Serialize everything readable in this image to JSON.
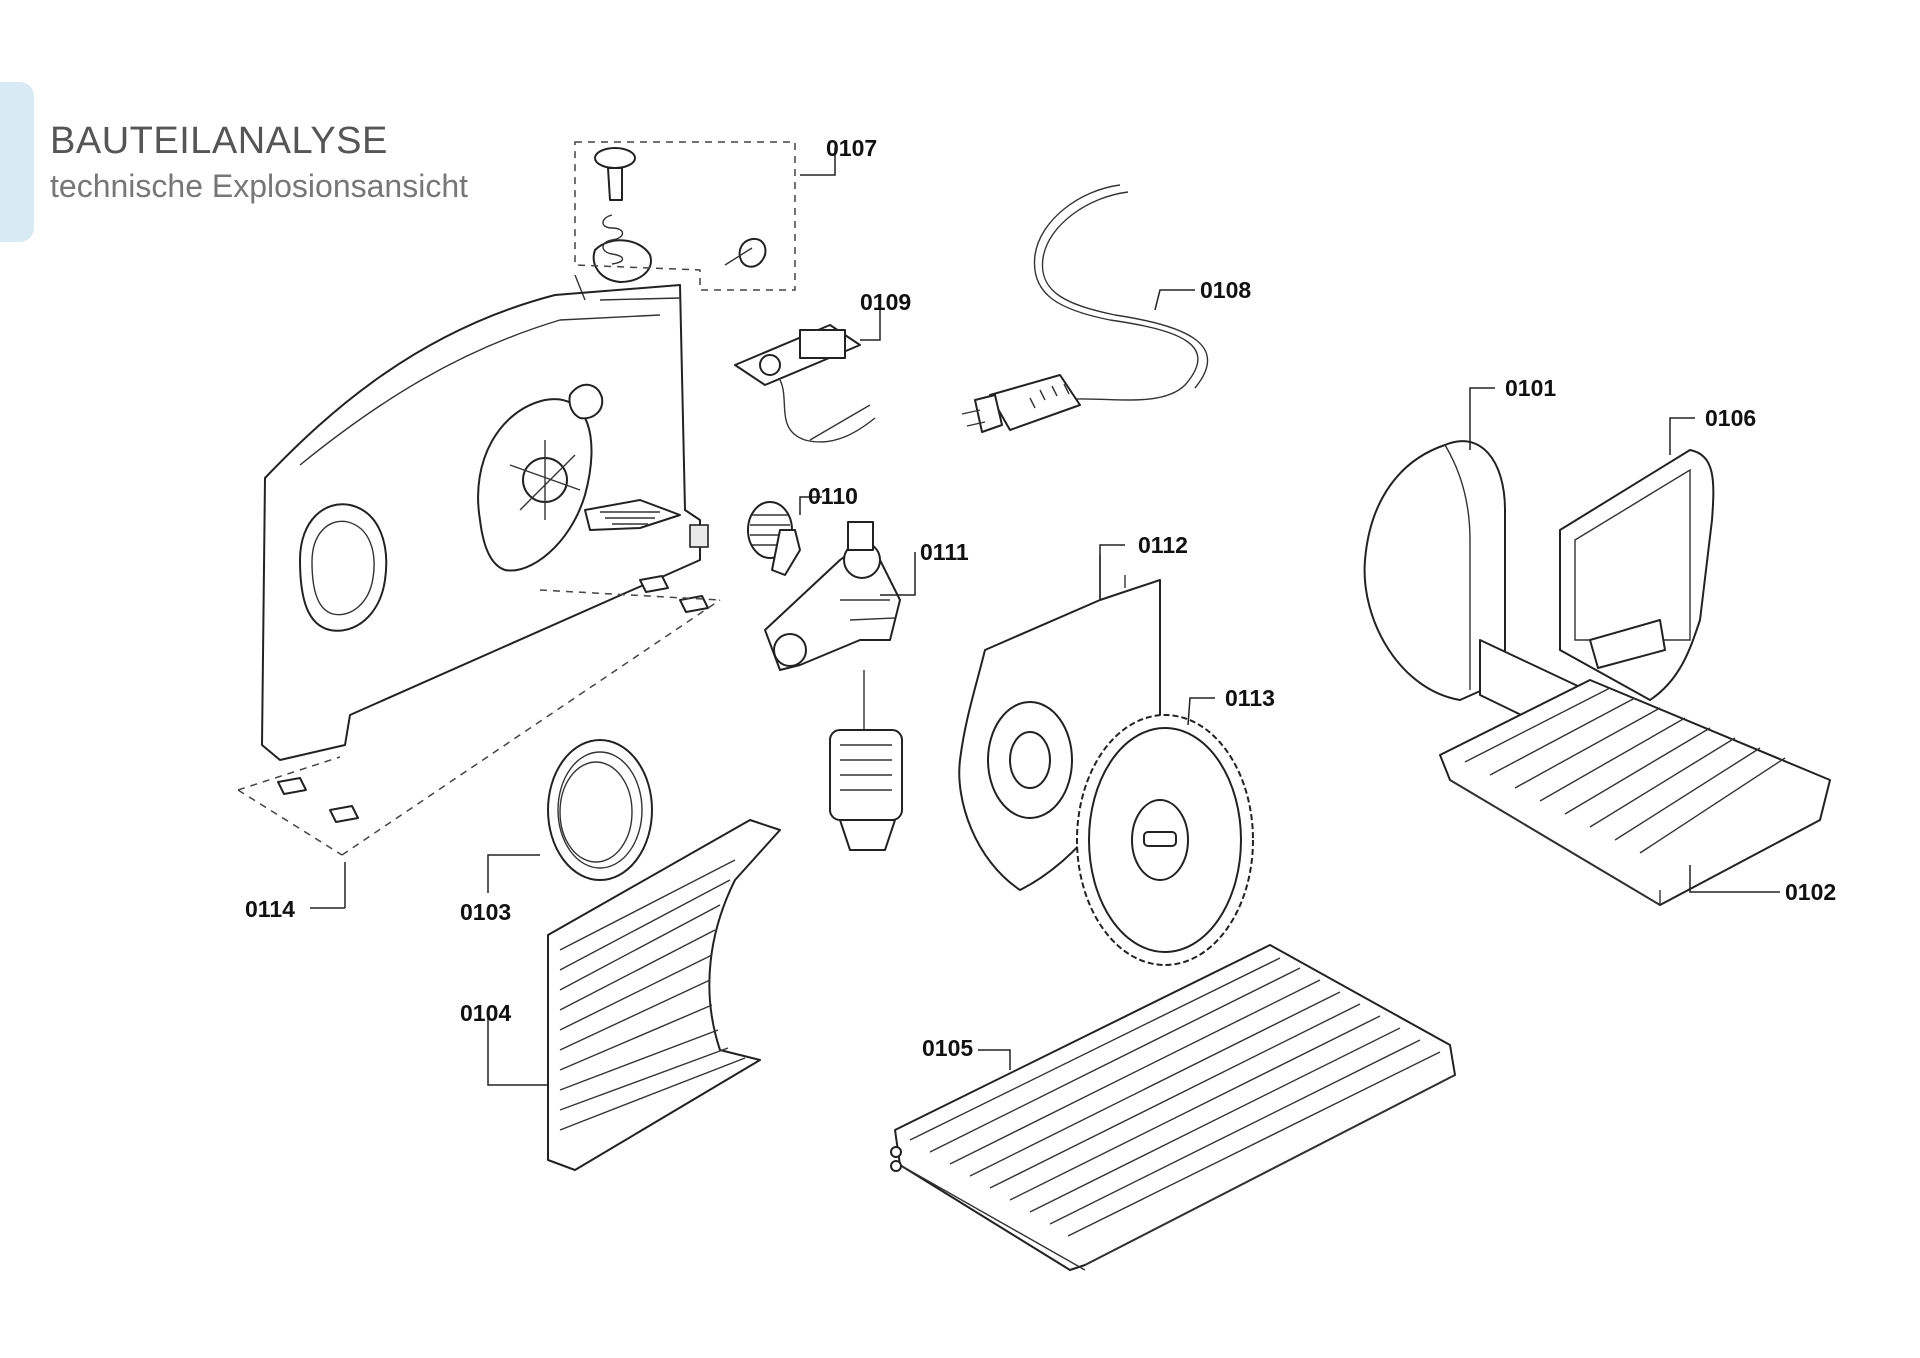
{
  "header": {
    "title": "BAUTEILANALYSE",
    "subtitle": "technische Explosionsansicht"
  },
  "parts": [
    {
      "id": "p0101",
      "label": "0101"
    },
    {
      "id": "p0102",
      "label": "0102"
    },
    {
      "id": "p0103",
      "label": "0103"
    },
    {
      "id": "p0104",
      "label": "0104"
    },
    {
      "id": "p0105",
      "label": "0105"
    },
    {
      "id": "p0106",
      "label": "0106"
    },
    {
      "id": "p0107",
      "label": "0107"
    },
    {
      "id": "p0108",
      "label": "0108"
    },
    {
      "id": "p0109",
      "label": "0109"
    },
    {
      "id": "p0110",
      "label": "0110"
    },
    {
      "id": "p0111",
      "label": "0111"
    },
    {
      "id": "p0112",
      "label": "0112"
    },
    {
      "id": "p0113",
      "label": "0113"
    },
    {
      "id": "p0114",
      "label": "0114"
    }
  ],
  "colors": {
    "accent": "#d8eaf4",
    "line": "#222222"
  }
}
